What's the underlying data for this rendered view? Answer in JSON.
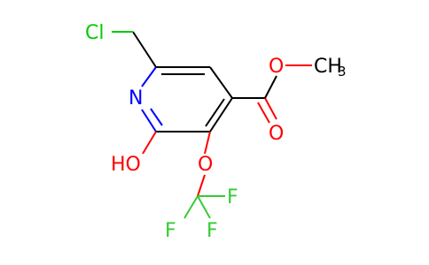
{
  "molecule": {
    "atoms": {
      "cl": "Cl",
      "n": "N",
      "o_ester_single": "O",
      "methyl": "CH",
      "methyl_subscript": "3",
      "o_carbonyl": "O",
      "o_hydroxy": "HO",
      "o_ether": "O",
      "f_top": "F",
      "f_left": "F",
      "f_bottom": "F"
    }
  },
  "colors": {
    "bond": "#000000",
    "chlorine": "#00cc00",
    "nitrogen": "#0000ff",
    "oxygen": "#ff0000",
    "fluorine": "#33cc33"
  }
}
